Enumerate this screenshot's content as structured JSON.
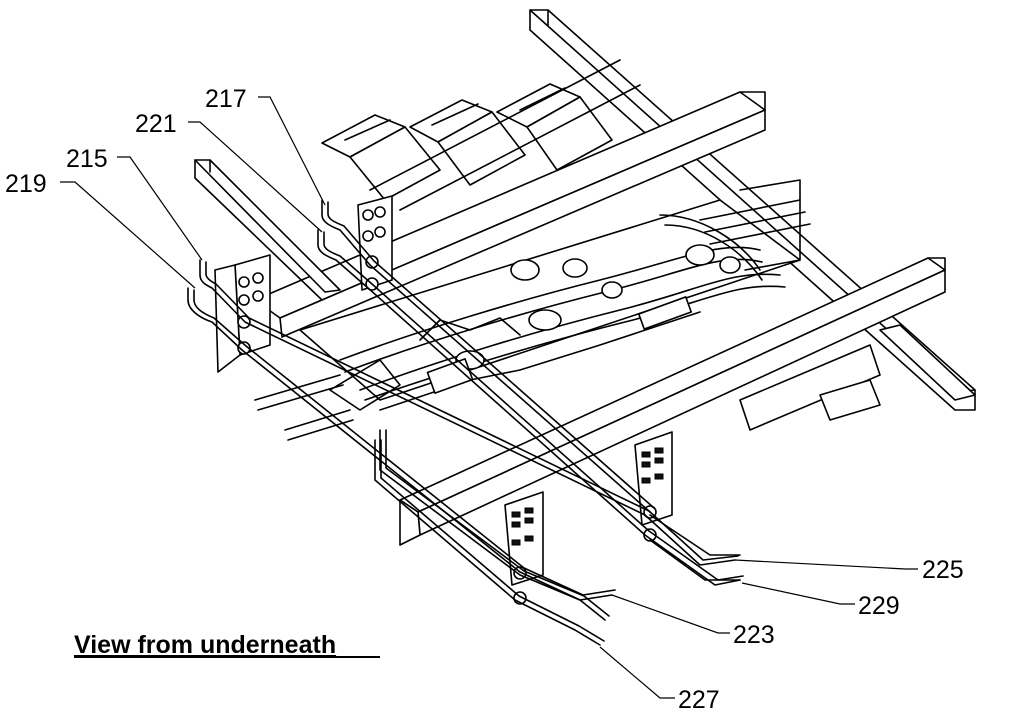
{
  "caption": "View from underneath",
  "labels": {
    "l215": "215",
    "l217": "217",
    "l219": "219",
    "l221": "221",
    "l223": "223",
    "l225": "225",
    "l227": "227",
    "l229": "229"
  }
}
